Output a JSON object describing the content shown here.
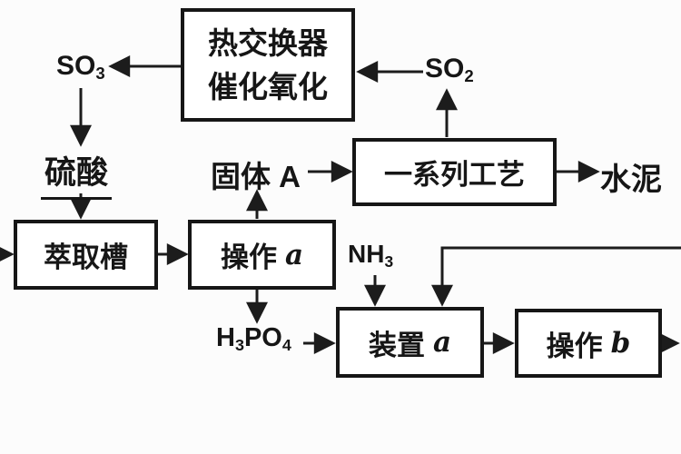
{
  "diagram": {
    "title_hint": "chemical process flow diagram",
    "colors": {
      "background": "#fcfcfc",
      "line": "#1c1c1c",
      "box_fill": "#ffffff",
      "box_border": "#161616"
    },
    "boxes": {
      "heat_exchanger": {
        "line1": "热交换器",
        "line2": "催化氧化"
      },
      "series_process": {
        "label": "一系列工艺"
      },
      "extraction_tank": {
        "label": "萃取槽"
      },
      "operation_a": {
        "name": "操作",
        "var": "a"
      },
      "device_a": {
        "name": "装置",
        "var": "a"
      },
      "operation_b": {
        "name": "操作",
        "var": "b"
      }
    },
    "labels": {
      "so3": {
        "formula": "SO",
        "subscript": "3"
      },
      "so2": {
        "formula": "SO",
        "subscript": "2"
      },
      "sulfuric_acid": {
        "text": "硫酸"
      },
      "solid_a": {
        "text": "固体 A"
      },
      "cement": {
        "text": "水泥"
      },
      "nh3": {
        "formula": "NH",
        "subscript": "3"
      },
      "h3po4": {
        "part1": "H",
        "sub1": "3",
        "part2": "PO",
        "sub2": "4"
      }
    }
  }
}
